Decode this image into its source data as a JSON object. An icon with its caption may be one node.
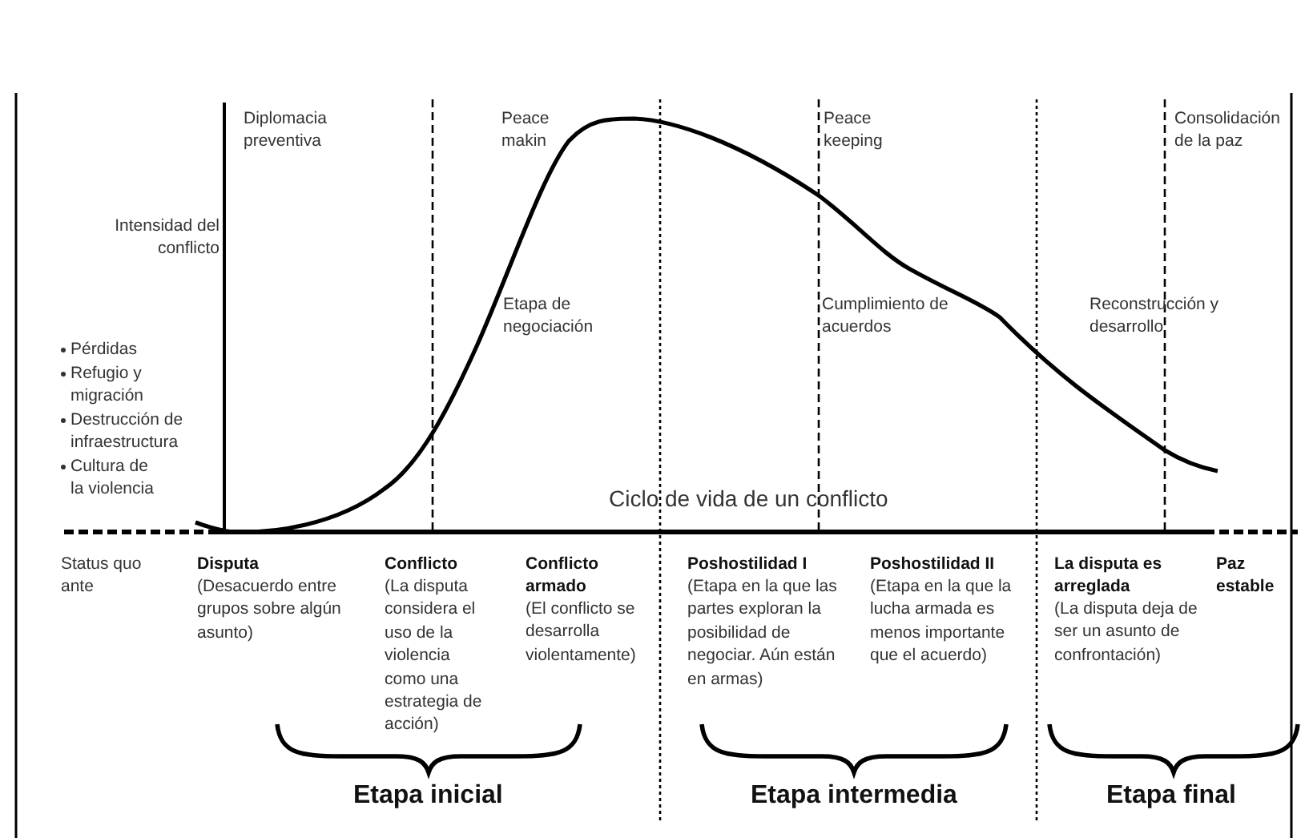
{
  "diagram": {
    "labels": [
      "Diplomacia preventiva",
      "Peace makin",
      "Peace keeping",
      "Consolidación de la paz",
      "Intensidad del conflicto",
      "Etapa de negociación",
      "Cumplimiento de acuerdos",
      "Reconstrucción y desarrollo",
      "Pérdidas",
      "Refugio y migración",
      "Destrucción de infraestructura",
      "Cultura de la violencia",
      "Ciclo de vida de un conflicto",
      "Status quo ante",
      "Disputa",
      "(Desacuerdo entre grupos sobre algún asunto)",
      "Conflicto",
      "(La disputa considera el uso de la violencia como una estrategia de acción)",
      "Conflicto armado",
      "(El conflicto se desarrolla violentamente)",
      "Poshostilidad I",
      "(Etapa en la que las partes exploran la posibilidad de negociar. Aún están en armas)",
      "Poshostilidad II",
      "(Etapa en la que la lucha armada es menos importante que el acuerdo)",
      "La disputa es arreglada",
      "(La disputa deja de ser un asunto de confrontación)",
      "Paz estable",
      "Etapa inicial",
      "Etapa intermedia",
      "Etapa final"
    ]
  }
}
